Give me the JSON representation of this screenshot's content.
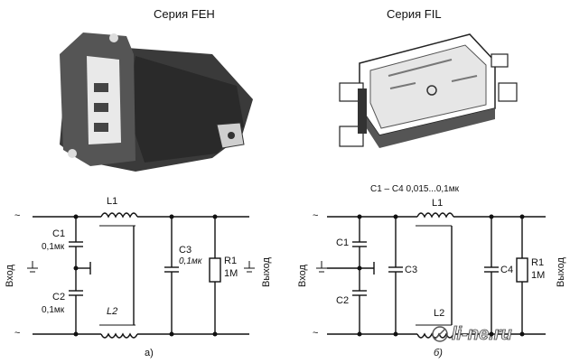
{
  "photos": {
    "left_title": "Серия FEH",
    "right_title": "Серия FIL"
  },
  "circuit_a": {
    "input_label": "Вход",
    "output_label": "Выход",
    "tilde": "~",
    "c1": "C1",
    "c1_value": "0,1мк",
    "c2": "C2",
    "c2_value": "0,1мк",
    "c3": "C3",
    "c3_value": "0,1мк",
    "l1": "L1",
    "l2": "L2",
    "r1": "R1",
    "r1_value": "1M",
    "caption": "а)"
  },
  "circuit_b": {
    "note": "C1 – C4    0,015...0,1мк",
    "input_label": "Вход",
    "output_label": "Выход",
    "tilde": "~",
    "c1": "C1",
    "c2": "C2",
    "c3": "C3",
    "c4": "C4",
    "l1": "L1",
    "l2": "L2",
    "r1": "R1",
    "r1_value": "1M",
    "caption": "б)"
  },
  "watermark": "li-ne.ru"
}
